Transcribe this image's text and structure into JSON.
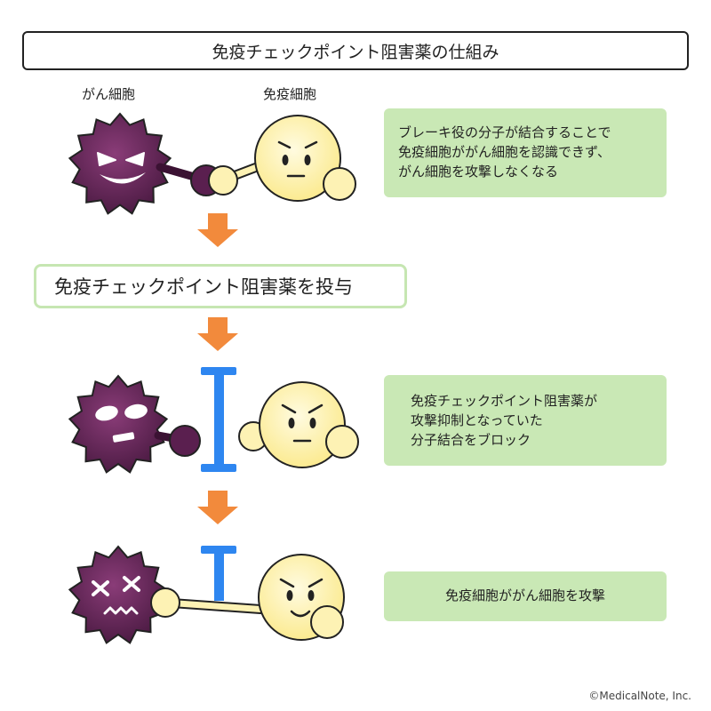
{
  "title": "免疫チェックポイント阻害薬の仕組み",
  "labels": {
    "cancer_cell": "がん細胞",
    "immune_cell": "免疫細胞"
  },
  "steps": [
    {
      "note_lines": [
        "ブレーキ役の分子が結合することで",
        "免疫細胞ががん細胞を認識できず、",
        "がん細胞を攻撃しなくなる"
      ]
    },
    {
      "note_lines": [
        "免疫チェックポイント阻害薬が",
        "攻撃抑制となっていた",
        "分子結合をブロック"
      ]
    },
    {
      "note_lines": [
        "免疫細胞ががん細胞を攻撃"
      ]
    }
  ],
  "administration": "免疫チェックポイント阻害薬を投与",
  "copyright": "©MedicalNote, Inc.",
  "colors": {
    "cancer": "#6a2b5c",
    "immune": "#fdf2b4",
    "blocker": "#2e86f0",
    "arrow": "#f28a3c",
    "note_bg": "#c9e8b5"
  }
}
